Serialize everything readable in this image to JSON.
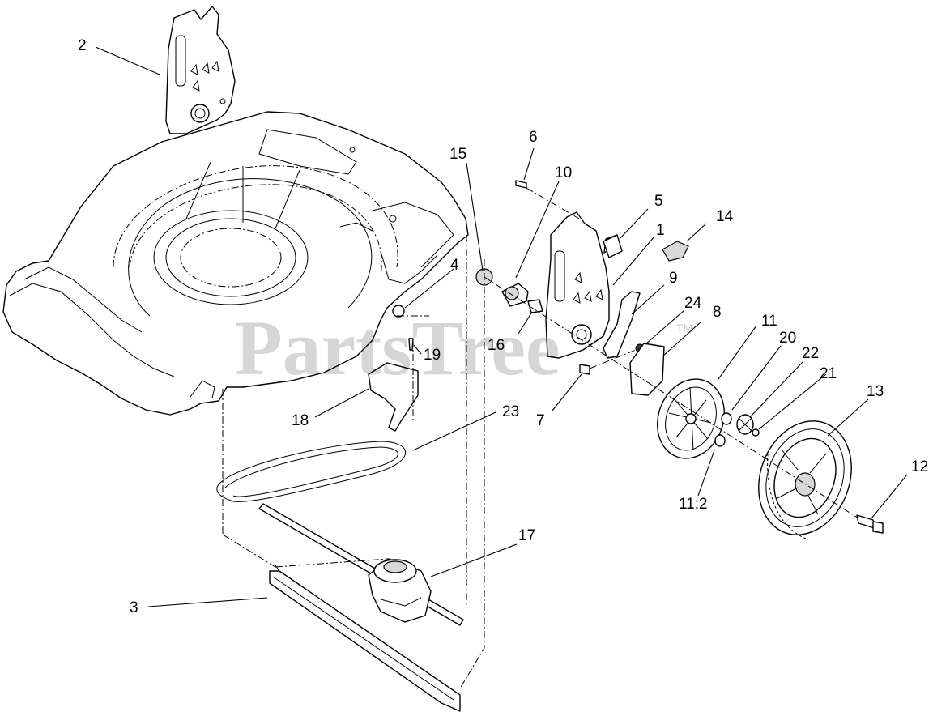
{
  "watermark": {
    "text": "PartsTree",
    "trademark": "TM"
  },
  "callouts": {
    "c1": "1",
    "c2": "2",
    "c3": "3",
    "c4": "4",
    "c5": "5",
    "c6": "6",
    "c7": "7",
    "c8": "8",
    "c9": "9",
    "c10": "10",
    "c11": "11",
    "c11_2": "11:2",
    "c12": "12",
    "c13": "13",
    "c14": "14",
    "c15": "15",
    "c16": "16",
    "c17": "17",
    "c18": "18",
    "c19": "19",
    "c20": "20",
    "c21": "21",
    "c22": "22",
    "c23": "23",
    "c24": "24"
  }
}
